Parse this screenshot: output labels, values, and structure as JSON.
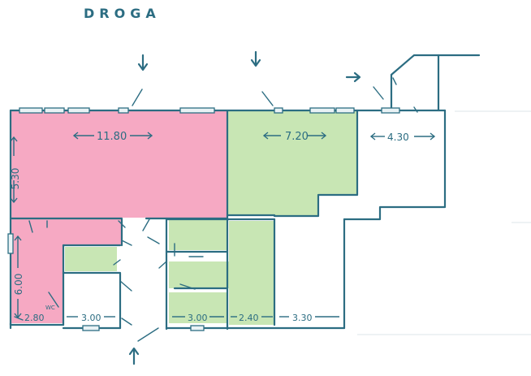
{
  "plan": {
    "title": "DROGA",
    "dimensions": {
      "pink_width": "11.80",
      "pink_height": "5.30",
      "green_width": "7.20",
      "right_width": "4.30",
      "left_height": "6.00",
      "left_bottom": "2.80",
      "mid_bottom": "3.00",
      "green_bottom": "3.00",
      "stair_bottom": "2.40",
      "right_bottom": "3.30"
    },
    "wc_label": "WC"
  },
  "colors": {
    "line": "#2c6d82",
    "pink": "#f6a9c3",
    "green": "#c8e6b4"
  }
}
